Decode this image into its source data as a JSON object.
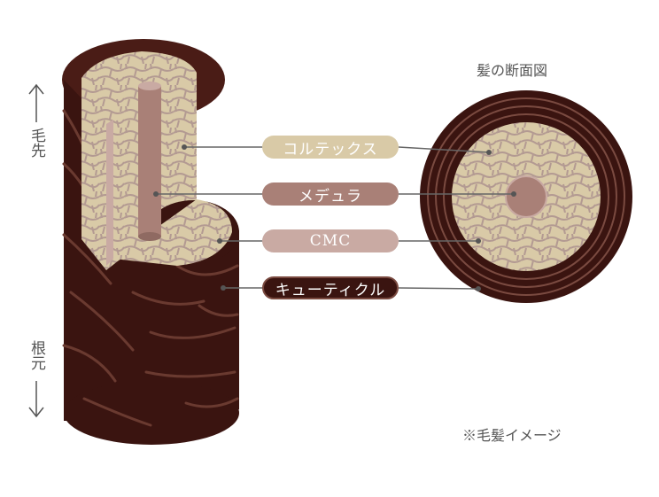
{
  "cross_section_title": "髪の断面図",
  "labels": {
    "cortex": "コルテックス",
    "medulla": "メデュラ",
    "cmc": "CMC",
    "cuticle": "キューティクル"
  },
  "direction": {
    "tip": "毛先",
    "root": "根元"
  },
  "note": "※毛髪イメージ",
  "colors": {
    "cuticle_dark": "#3a1410",
    "cuticle_mid": "#5a2a22",
    "cortex_fill": "#d9caa7",
    "cortex_cell_line": "#b39a92",
    "medulla_fill": "#a98077",
    "cmc_fill": "#c9aaa3",
    "label_line": "#666666"
  }
}
